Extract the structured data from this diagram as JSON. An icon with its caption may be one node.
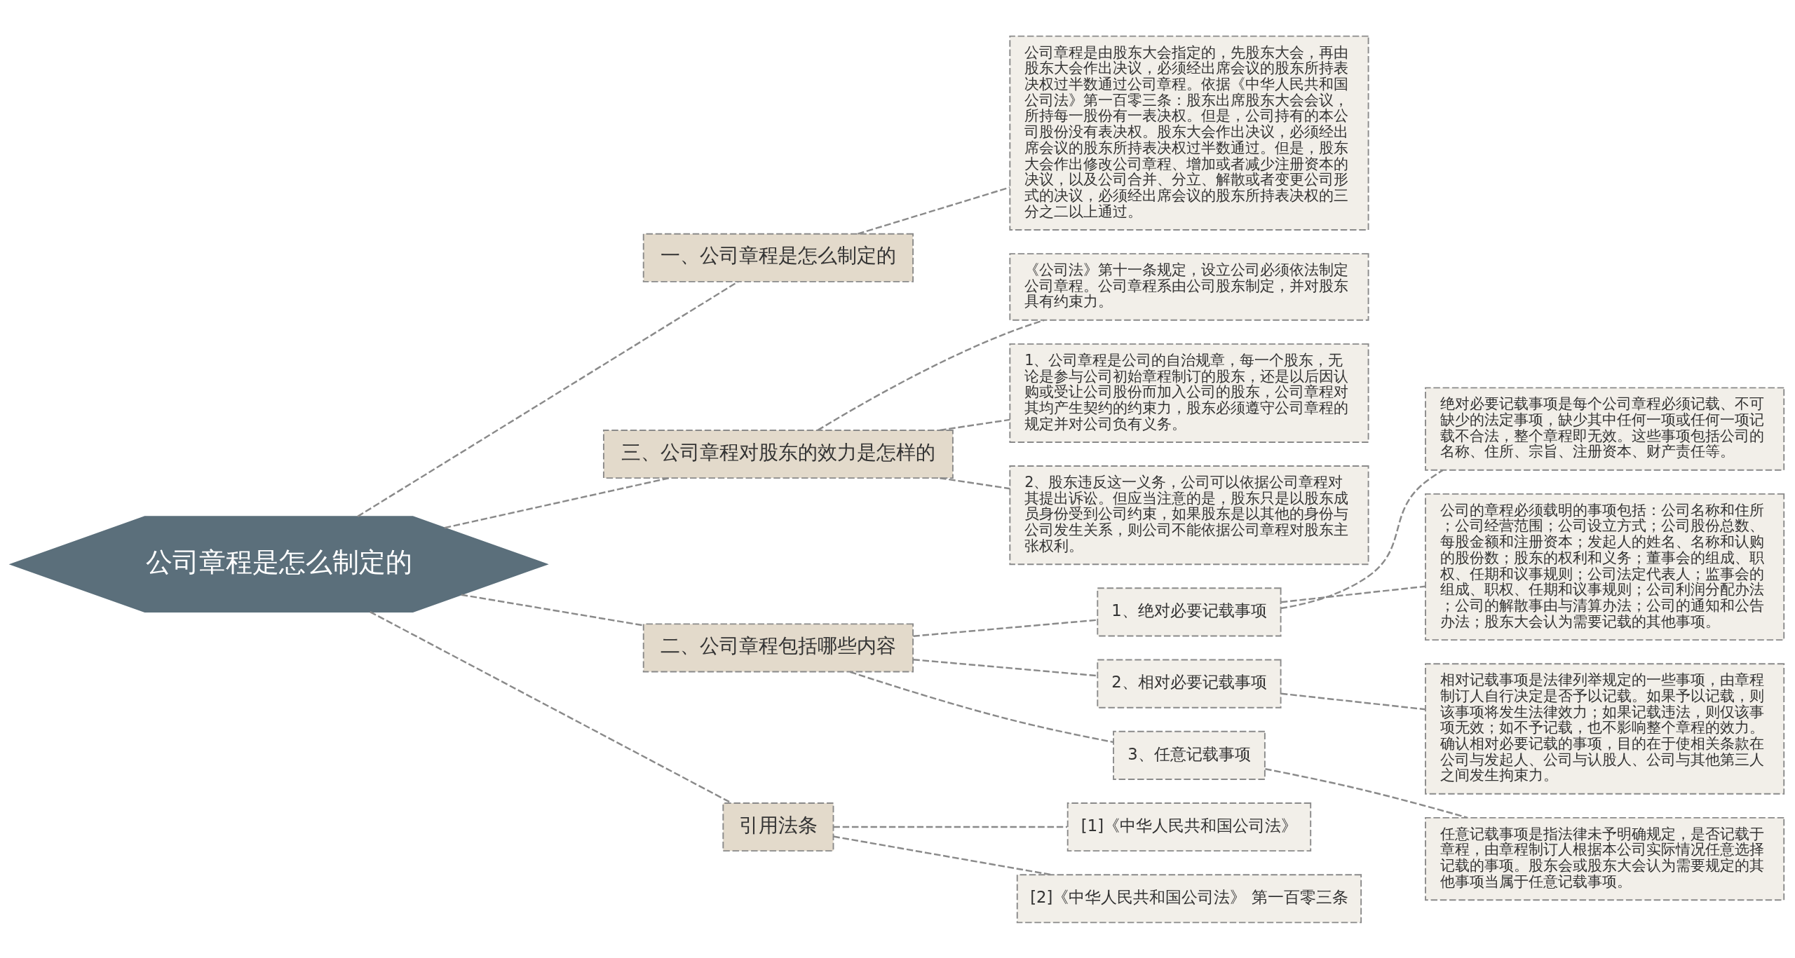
{
  "diagram": {
    "nodes": [
      {
        "text": [
          "公司章程是怎么制定的"
        ]
      },
      {
        "text": [
          "一、公司章程是怎么制定的"
        ]
      },
      {
        "text": [
          "公司章程是由股东大会指定的，先股东大会，再由股东大会作出决议，必须经出席会议的股东所持表决权过半数通过公司章程。依据《中华人民共和国公司法》第一百零三条：股东出席股东大会会议，所持每一股份有一表决权。但是，公司持有的本公司股份没有表决权。股东大会作出决议，必须经出席会议的股东所持表决权过半数通过。但是，股东大会作出修改公司章程、增加或者减少注册资本的决议，以及公司合并、分立、解散或者变更公司形式的决议，必须经出席会议的股东所持表决权的三分之二以上通过。"
        ]
      },
      {
        "text": [
          "三、公司章程对股东的效力是怎样的"
        ]
      },
      {
        "text": [
          "《公司法》第十一条规定，设立公司必须依法制定公司章程。公司章程系由公司股东制定，并对股东具有约束力。"
        ]
      },
      {
        "text": [
          "1、公司章程是公司的自治规章，每一个股东，无论是参与公司初始章程制订的股东，还是以后因认购或受让公司股份而加入公司的股东，公司章程对其均产生契约的约束力，股东必须遵守公司章程的规定并对公司负有义务。"
        ]
      },
      {
        "text": [
          "2、股东违反这一义务，公司可以依据公司章程对其提出诉讼。但应当注意的是，股东只是以股东成员身份受到公司约束，如果股东是以其他的身份与公司发生关系，则公司不能依据公司章程对股东主张权利。"
        ]
      },
      {
        "text": [
          "二、公司章程包括哪些内容"
        ]
      },
      {
        "text": [
          "1、绝对必要记载事项"
        ]
      },
      {
        "text": [
          "绝对必要记载事项是每个公司章程必须记载、不可缺少的法定事项，缺少其中任何一项或任何一项记载不合法，整个章程即无效。这些事项包括公司的名称、住所、宗旨、注册资本、财产责任等。"
        ]
      },
      {
        "text": [
          "公司的章程必须载明的事项包括：公司名称和住所；公司经营范围；公司设立方式；公司股份总数、每股金额和注册资本；发起人的姓名、名称和认购的股份数；股东的权利和义务；董事会的组成、职权、任期和议事规则；公司法定代表人；监事会的组成、职权、任期和议事规则；公司利润分配办法；公司的解散事由与清算办法；公司的通知和公告办法；股东大会认为需要记载的其他事项。"
        ]
      },
      {
        "text": [
          "2、相对必要记载事项"
        ]
      },
      {
        "text": [
          "相对记载事项是法律列举规定的一些事项，由章程制订人自行决定是否予以记载。如果予以记载，则该事项将发生法律效力；如果记载违法，则仅该事项无效；如不予记载，也不影响整个章程的效力。确认相对必要记载的事项，目的在于使相关条款在公司与发起人、公司与认股人、公司与其他第三人之间发生拘束力。"
        ]
      },
      {
        "text": [
          "3、任意记载事项"
        ]
      },
      {
        "text": [
          "任意记载事项是指法律未予明确规定，是否记载于章程，由章程制订人根据本公司实际情况任意选择记载的事项。股东会或股东大会认为需要规定的其他事项当属于任意记载事项。"
        ]
      },
      {
        "text": [
          "引用法条"
        ]
      },
      {
        "text": [
          "[1]《中华人民共和国公司法》"
        ]
      },
      {
        "text": [
          "[2]《中华人民共和国公司法》 第一百零三条"
        ]
      }
    ],
    "edges": [
      {
        "from": 0,
        "to": 1,
        "arrow": "none",
        "style": "dashed"
      },
      {
        "from": 1,
        "to": 2,
        "arrow": "none",
        "style": "dashed"
      },
      {
        "from": 0,
        "to": 3,
        "arrow": "none",
        "style": "dashed"
      },
      {
        "from": 3,
        "to": 4,
        "arrow": "none",
        "style": "dashed"
      },
      {
        "from": 3,
        "to": 5,
        "arrow": "none",
        "style": "dashed"
      },
      {
        "from": 3,
        "to": 6,
        "arrow": "none",
        "style": "dashed"
      },
      {
        "from": 0,
        "to": 7,
        "arrow": "none",
        "style": "dashed"
      },
      {
        "from": 7,
        "to": 8,
        "arrow": "none",
        "style": "dashed"
      },
      {
        "from": 8,
        "to": 9,
        "arrow": "none",
        "style": "dashed"
      },
      {
        "from": 8,
        "to": 10,
        "arrow": "none",
        "style": "dashed"
      },
      {
        "from": 7,
        "to": 11,
        "arrow": "none",
        "style": "dashed"
      },
      {
        "from": 11,
        "to": 12,
        "arrow": "none",
        "style": "dashed"
      },
      {
        "from": 7,
        "to": 13,
        "arrow": "none",
        "style": "dashed"
      },
      {
        "from": 13,
        "to": 14,
        "arrow": "none",
        "style": "dashed"
      },
      {
        "from": 0,
        "to": 15,
        "arrow": "none",
        "style": "dashed"
      },
      {
        "from": 15,
        "to": 16,
        "arrow": "none",
        "style": "dashed"
      },
      {
        "from": 15,
        "to": 17,
        "arrow": "none",
        "style": "dashed"
      }
    ]
  }
}
